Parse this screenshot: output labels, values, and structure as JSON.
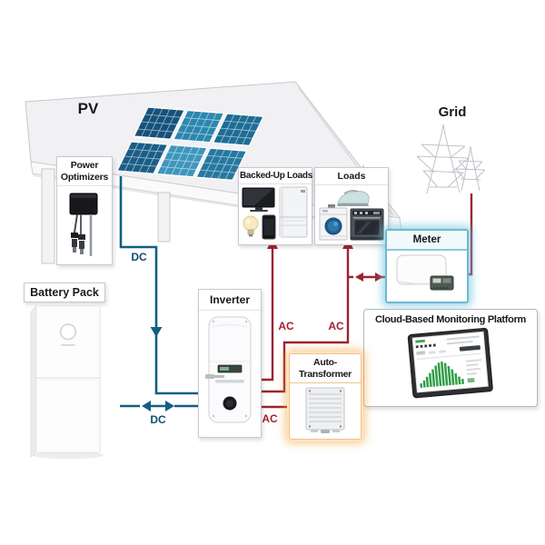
{
  "labels": {
    "pv": "PV",
    "grid": "Grid",
    "dc_roof": "DC",
    "dc_battery": "DC",
    "ac_backed_up": "AC",
    "ac_loads": "AC",
    "ac_transformer": "AC"
  },
  "boxes": {
    "power_optimizers": {
      "title": "Power Optimizers"
    },
    "backed_up_loads": {
      "title": "Backed-Up Loads"
    },
    "loads": {
      "title": "Loads"
    },
    "meter": {
      "title": "Meter"
    },
    "cloud_platform": {
      "title": "Cloud-Based Monitoring Platform"
    },
    "battery": {
      "title": "Battery Pack"
    },
    "inverter": {
      "title": "Inverter"
    },
    "auto_transformer": {
      "title": "Auto-Transformer"
    }
  },
  "colors": {
    "dc_line": "#135f83",
    "ac_line": "#9e2230",
    "dc_text": "#0e4f72",
    "ac_text": "#a51e2d",
    "meter_accent": "#6db8d0",
    "transformer_glow": "#f2a23e",
    "panel_blue_dark": "#15527b",
    "panel_blue_light": "#3e96bc",
    "chart_bar_green": "#2f9e46"
  }
}
